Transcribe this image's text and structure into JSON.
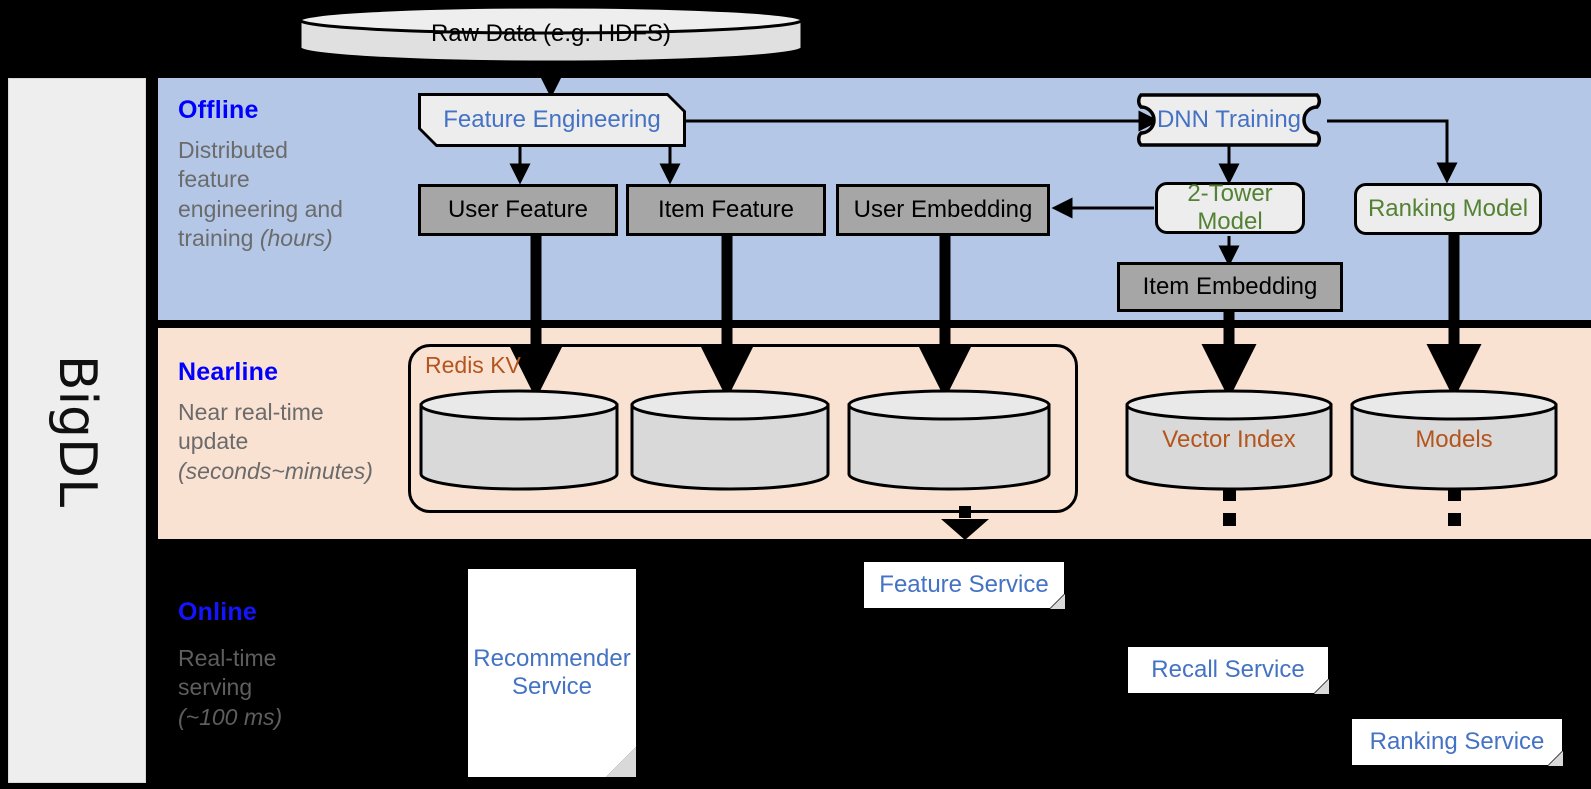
{
  "framework": {
    "name": "BigDL"
  },
  "bands": {
    "offline": {
      "title": "Offline",
      "description_line1": "Distributed",
      "description_line2": "feature",
      "description_line3": "engineering and",
      "description_line4": "training ",
      "description_emphasis": "(hours)",
      "bg_color": "#b4c7e7"
    },
    "nearline": {
      "title": "Nearline",
      "description_line1": "Near real-time",
      "description_line2": "update",
      "description_emphasis": "(seconds~minutes)",
      "bg_color": "#fae2d3"
    },
    "online": {
      "title": "Online",
      "description_line1": "Real-time",
      "description_line2": "serving",
      "description_emphasis": "(~100 ms)",
      "bg_color": "#000000"
    }
  },
  "nodes": {
    "raw_data": {
      "label": "Raw Data (e.g. HDFS)",
      "shape": "cylinder",
      "text_color": "#000000"
    },
    "feature_engineering": {
      "label": "Feature Engineering",
      "shape": "chamfered-box",
      "text_color": "#4472c4"
    },
    "dnn_training": {
      "label": "DNN Training",
      "shape": "bracket-card",
      "text_color": "#4472c4"
    },
    "user_feature": {
      "label": "User Feature",
      "shape": "rect",
      "text_color": "#000000",
      "fill": "#a6a6a6"
    },
    "item_feature": {
      "label": "Item Feature",
      "shape": "rect",
      "text_color": "#000000",
      "fill": "#a6a6a6"
    },
    "user_embedding": {
      "label": "User Embedding",
      "shape": "rect",
      "text_color": "#000000",
      "fill": "#a6a6a6"
    },
    "two_tower_model": {
      "label": "2-Tower Model",
      "shape": "rounded-rect",
      "text_color": "#548235"
    },
    "ranking_model": {
      "label": "Ranking Model",
      "shape": "rounded-rect",
      "text_color": "#548235"
    },
    "item_embedding": {
      "label": "Item Embedding",
      "shape": "rect",
      "text_color": "#000000",
      "fill": "#a6a6a6"
    },
    "redis_kv": {
      "label": "Redis KV",
      "shape": "rounded-container",
      "text_color": "#b4551d"
    },
    "kv_store_1": {
      "label": "",
      "shape": "cylinder"
    },
    "kv_store_2": {
      "label": "",
      "shape": "cylinder"
    },
    "kv_store_3": {
      "label": "",
      "shape": "cylinder"
    },
    "vector_index": {
      "label": "Vector Index",
      "shape": "cylinder",
      "text_color": "#b4551d"
    },
    "models": {
      "label": "Models",
      "shape": "cylinder",
      "text_color": "#b4551d"
    },
    "recommender_service": {
      "label_line1": "Recommender",
      "label_line2": "Service",
      "shape": "document",
      "text_color": "#4472c4"
    },
    "feature_service": {
      "label": "Feature Service",
      "shape": "document",
      "text_color": "#4472c4"
    },
    "recall_service": {
      "label": "Recall Service",
      "shape": "document",
      "text_color": "#4472c4"
    },
    "ranking_service": {
      "label": "Ranking Service",
      "shape": "document",
      "text_color": "#4472c4"
    }
  },
  "colors": {
    "offline_blue": "#b4c7e7",
    "nearline_peach": "#fae2d3",
    "online_black": "#000000",
    "accent_blue": "#0000ff",
    "node_blue_text": "#4472c4",
    "node_green_text": "#548235",
    "node_orange_text": "#b4551d",
    "gray_fill": "#a6a6a6",
    "light_fill": "#ededed",
    "sidebar_fill": "#eeeeee"
  }
}
